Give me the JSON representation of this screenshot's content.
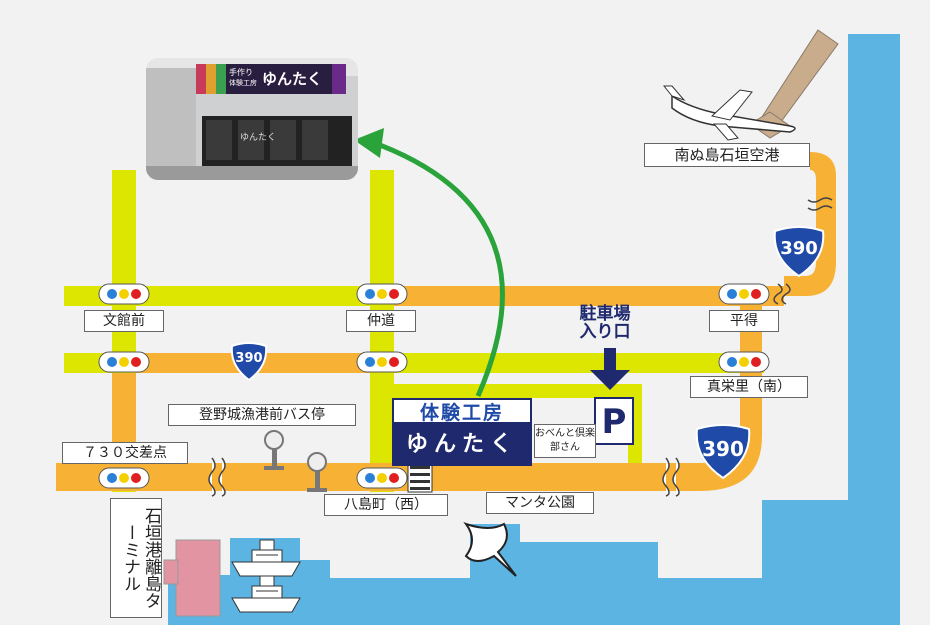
{
  "colors": {
    "sea": "#5cb4e3",
    "main_road": "#f7b236",
    "side_road": "#dde600",
    "route_arrow": "#2aa33b",
    "shop_navy": "#1f2a6e",
    "terminal_pink": "#e394a2",
    "airport_runway": "#c9ac8c"
  },
  "photo": {
    "sign_main": "ゆんたく",
    "sign_left": "手作り",
    "sign_left2": "体験工房",
    "window_text": "ゆんたく"
  },
  "shop": {
    "title": "体験工房",
    "name": "ゆんたく"
  },
  "parking": {
    "entrance_line1": "駐車場",
    "entrance_line2": "入り口",
    "sign": "P"
  },
  "club_label": "おべんと倶楽部さん",
  "labels": {
    "airport": "南ぬ島石垣空港",
    "bunkanmae": "文館前",
    "nakamichi": "仲道",
    "heitoku": "平得",
    "maesatominami": "真栄里（南）",
    "nobori_bus": "登野城漁港前バス停",
    "kousaten730": "７３０交差点",
    "yashimacho": "八島町（西）",
    "manta_park": "マンタ公園",
    "terminal": "石垣港離島ターミナル"
  },
  "route_number": "390",
  "icons": [
    "airplane-icon",
    "traffic-light-icon",
    "bus-stop-icon",
    "boat-icon",
    "manta-ray-icon",
    "parking-icon",
    "route-shield-icon"
  ]
}
